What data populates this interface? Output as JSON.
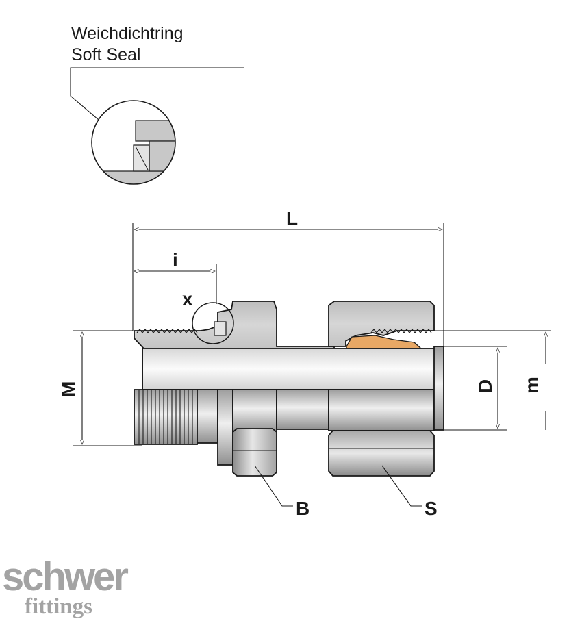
{
  "callout": {
    "label_de": "Weichdichtring",
    "label_en": "Soft Seal"
  },
  "dimensions": {
    "L": "L",
    "i": "i",
    "x": "x",
    "M": "M",
    "D": "D",
    "m": "m",
    "B": "B",
    "S": "S"
  },
  "brand": {
    "line1": "schwer",
    "line2": "fittings"
  },
  "colors": {
    "metal": "#cfcfcf",
    "metal_dark": "#9a9a9a",
    "metal_light": "#eeeeee",
    "bore": "#f2f2f2",
    "ring": "#e8a865",
    "line": "#1a1a1a",
    "logo": "#a3a3a3"
  }
}
